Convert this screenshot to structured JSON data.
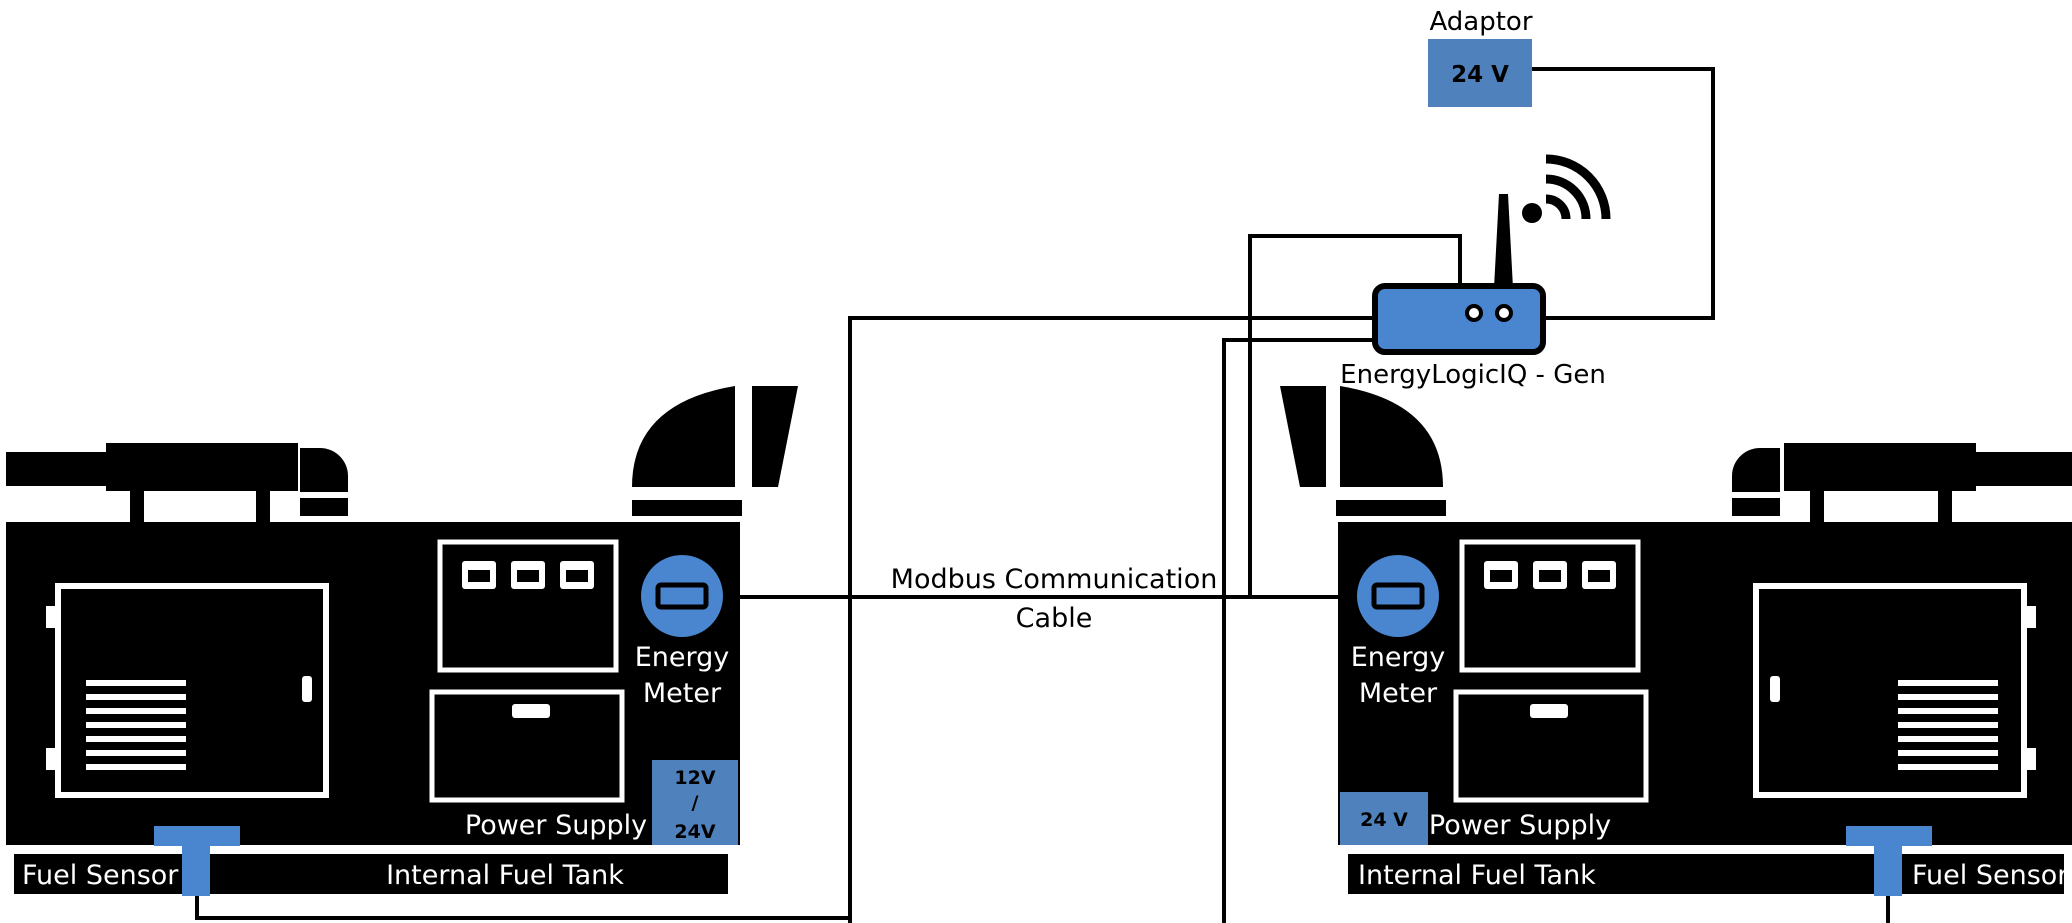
{
  "router": {
    "label": "EnergyLogicIQ - Gen",
    "adaptor_label": "Adaptor",
    "adaptor_voltage": "24 V"
  },
  "cable": {
    "line1": "Modbus Communication",
    "line2": "Cable"
  },
  "generator_left": {
    "energy_meter_line1": "Energy",
    "energy_meter_line2": "Meter",
    "power_supply_label": "Power Supply",
    "voltage_line1": "12V",
    "voltage_line2": "/",
    "voltage_line3": "24V",
    "fuel_sensor_label": "Fuel Sensor",
    "fuel_tank_label": "Internal Fuel Tank"
  },
  "generator_right": {
    "energy_meter_line1": "Energy",
    "energy_meter_line2": "Meter",
    "power_supply_label": "Power Supply",
    "voltage": "24 V",
    "fuel_sensor_label": "Fuel Sensor",
    "fuel_tank_label": "Internal Fuel Tank"
  },
  "colors": {
    "accent_blue": "#4a86cf",
    "box_blue": "#4f81bd",
    "generator": "#000000",
    "outline": "#ffffff"
  }
}
